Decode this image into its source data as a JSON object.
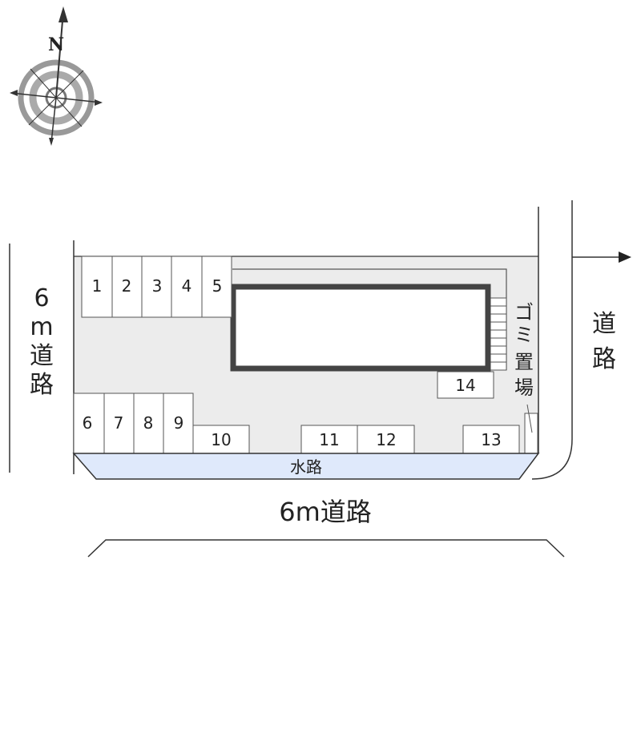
{
  "compass": {
    "north_label": "N"
  },
  "left_road": {
    "label_lines": [
      "6",
      "m",
      "道",
      "路"
    ]
  },
  "right_road": {
    "label_lines": [
      "道",
      "路"
    ]
  },
  "bottom_road": {
    "label": "6m道路"
  },
  "waterway": {
    "label": "水路"
  },
  "garbage": {
    "label_lines": [
      "ゴ",
      "ミ",
      "置",
      "場"
    ]
  },
  "parking": {
    "top_row": [
      "1",
      "2",
      "3",
      "4",
      "5"
    ],
    "bottom_row": [
      "6",
      "7",
      "8",
      "9"
    ],
    "front_row": [
      "10",
      "11",
      "12",
      "13"
    ],
    "side": [
      "14"
    ]
  },
  "colors": {
    "lot_fill": "#ececec",
    "waterway_fill": "#dfe9fb",
    "building_border": "#444444",
    "compass_ring": "#999999"
  }
}
